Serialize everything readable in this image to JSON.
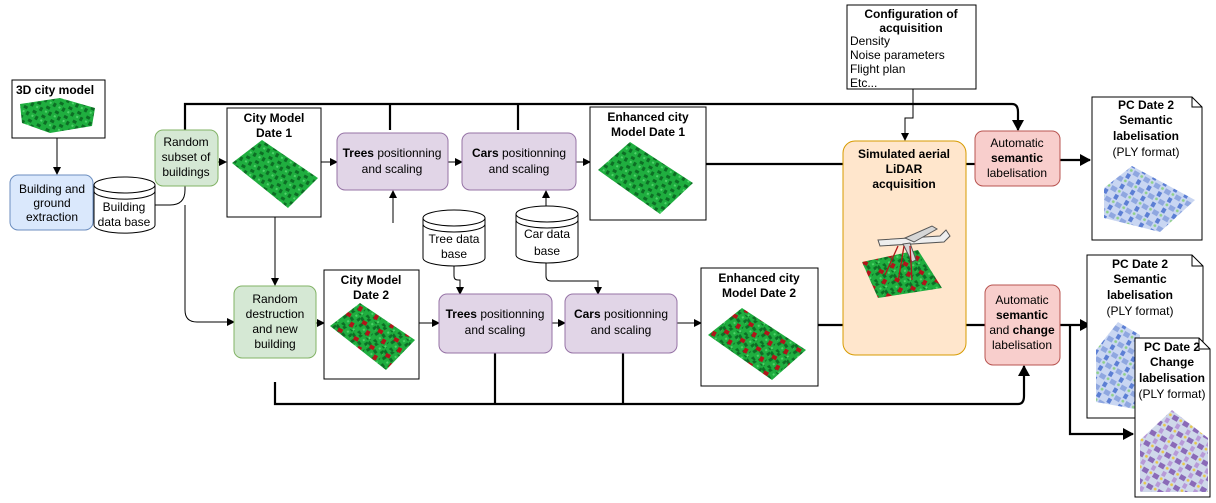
{
  "source": {
    "city_model_title": "3D city model",
    "extraction": [
      "Building and",
      "ground",
      "extraction"
    ],
    "building_db": [
      "Building",
      "data base"
    ],
    "random_subset": [
      "Random",
      "subset of",
      "buildings"
    ],
    "random_destruction": [
      "Random",
      "destruction",
      "and new",
      "building"
    ]
  },
  "date1": {
    "city_model": [
      "City Model",
      "Date 1"
    ],
    "trees_bold": "Trees",
    "trees_rest": " positionning",
    "trees_line2": "and scaling",
    "cars_bold": "Cars",
    "cars_rest": " positionning",
    "cars_line2": "and scaling",
    "enhanced": [
      "Enhanced city",
      "Model Date 1"
    ]
  },
  "date2": {
    "city_model": [
      "City Model",
      "Date 2"
    ],
    "trees_bold": "Trees",
    "trees_rest": " positionning",
    "trees_line2": "and scaling",
    "cars_bold": "Cars",
    "cars_rest": " positionning",
    "cars_line2": "and scaling",
    "enhanced": [
      "Enhanced city",
      "Model Date 2"
    ]
  },
  "databases": {
    "tree": [
      "Tree data",
      "base"
    ],
    "car": [
      "Car data",
      "base"
    ]
  },
  "configuration": {
    "title": [
      "Configuration of",
      "acquisition"
    ],
    "items": [
      "Density",
      "Noise parameters",
      "Flight plan",
      "Etc..."
    ]
  },
  "lidar": [
    "Simulated aerial",
    "LiDAR",
    "acquisition"
  ],
  "auto_semantic": {
    "line1": "Automatic",
    "bold": "semantic",
    "line3": "labelisation"
  },
  "auto_change": {
    "line1": "Automatic",
    "bold1": "semantic",
    "and": "and ",
    "bold2": "change",
    "line4": "labelisation"
  },
  "outputs": {
    "pc1": {
      "bold": [
        "PC Date 2",
        "Semantic",
        "labelisation"
      ],
      "format": "(PLY format)"
    },
    "pc2": {
      "bold": [
        "PC Date 2",
        "Semantic",
        "labelisation"
      ],
      "format": "(PLY format)"
    },
    "pc3": {
      "bold": [
        "PC Date 2",
        "Change",
        "labelisation"
      ],
      "format": "(PLY format)"
    }
  },
  "colors": {
    "blue_box": "#dae8fc",
    "green_box": "#d5e8d4",
    "purple_box": "#e1d5e7",
    "red_box": "#f8cecc",
    "orange_box": "#ffe6cc",
    "building_green": "#1fae3f",
    "change_red": "#b0151a"
  }
}
